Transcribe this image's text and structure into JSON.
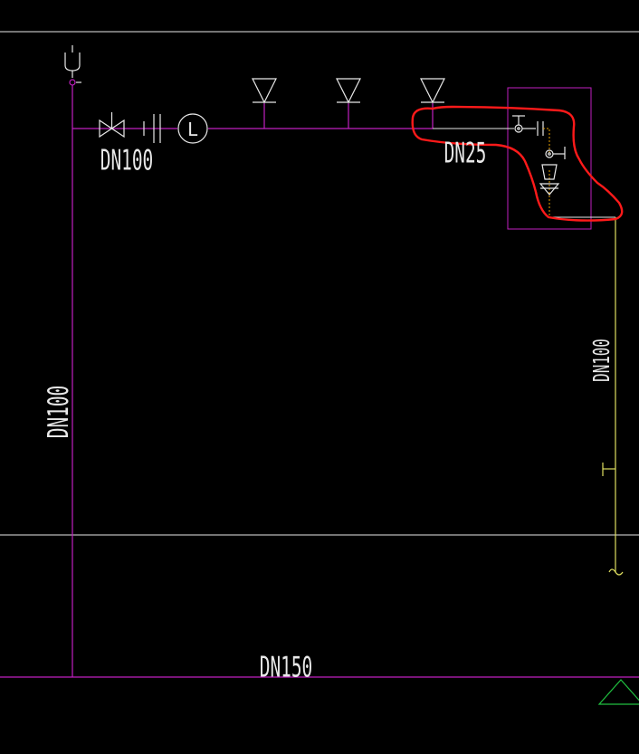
{
  "drawing": {
    "labels": {
      "main_riser": "DN100",
      "branch_pipe": "DN100",
      "small_branch": "DN25",
      "right_riser": "DN100",
      "bottom_main": "DN150"
    },
    "symbols": {
      "flow_meter_letter": "L"
    },
    "colors": {
      "background": "#000000",
      "pipe_magenta": "#c020c0",
      "pipe_yellow": "#e0e060",
      "annotation_red": "#ff1a1a",
      "grid_white": "#e8e8e8",
      "marker_green": "#20c040"
    }
  }
}
